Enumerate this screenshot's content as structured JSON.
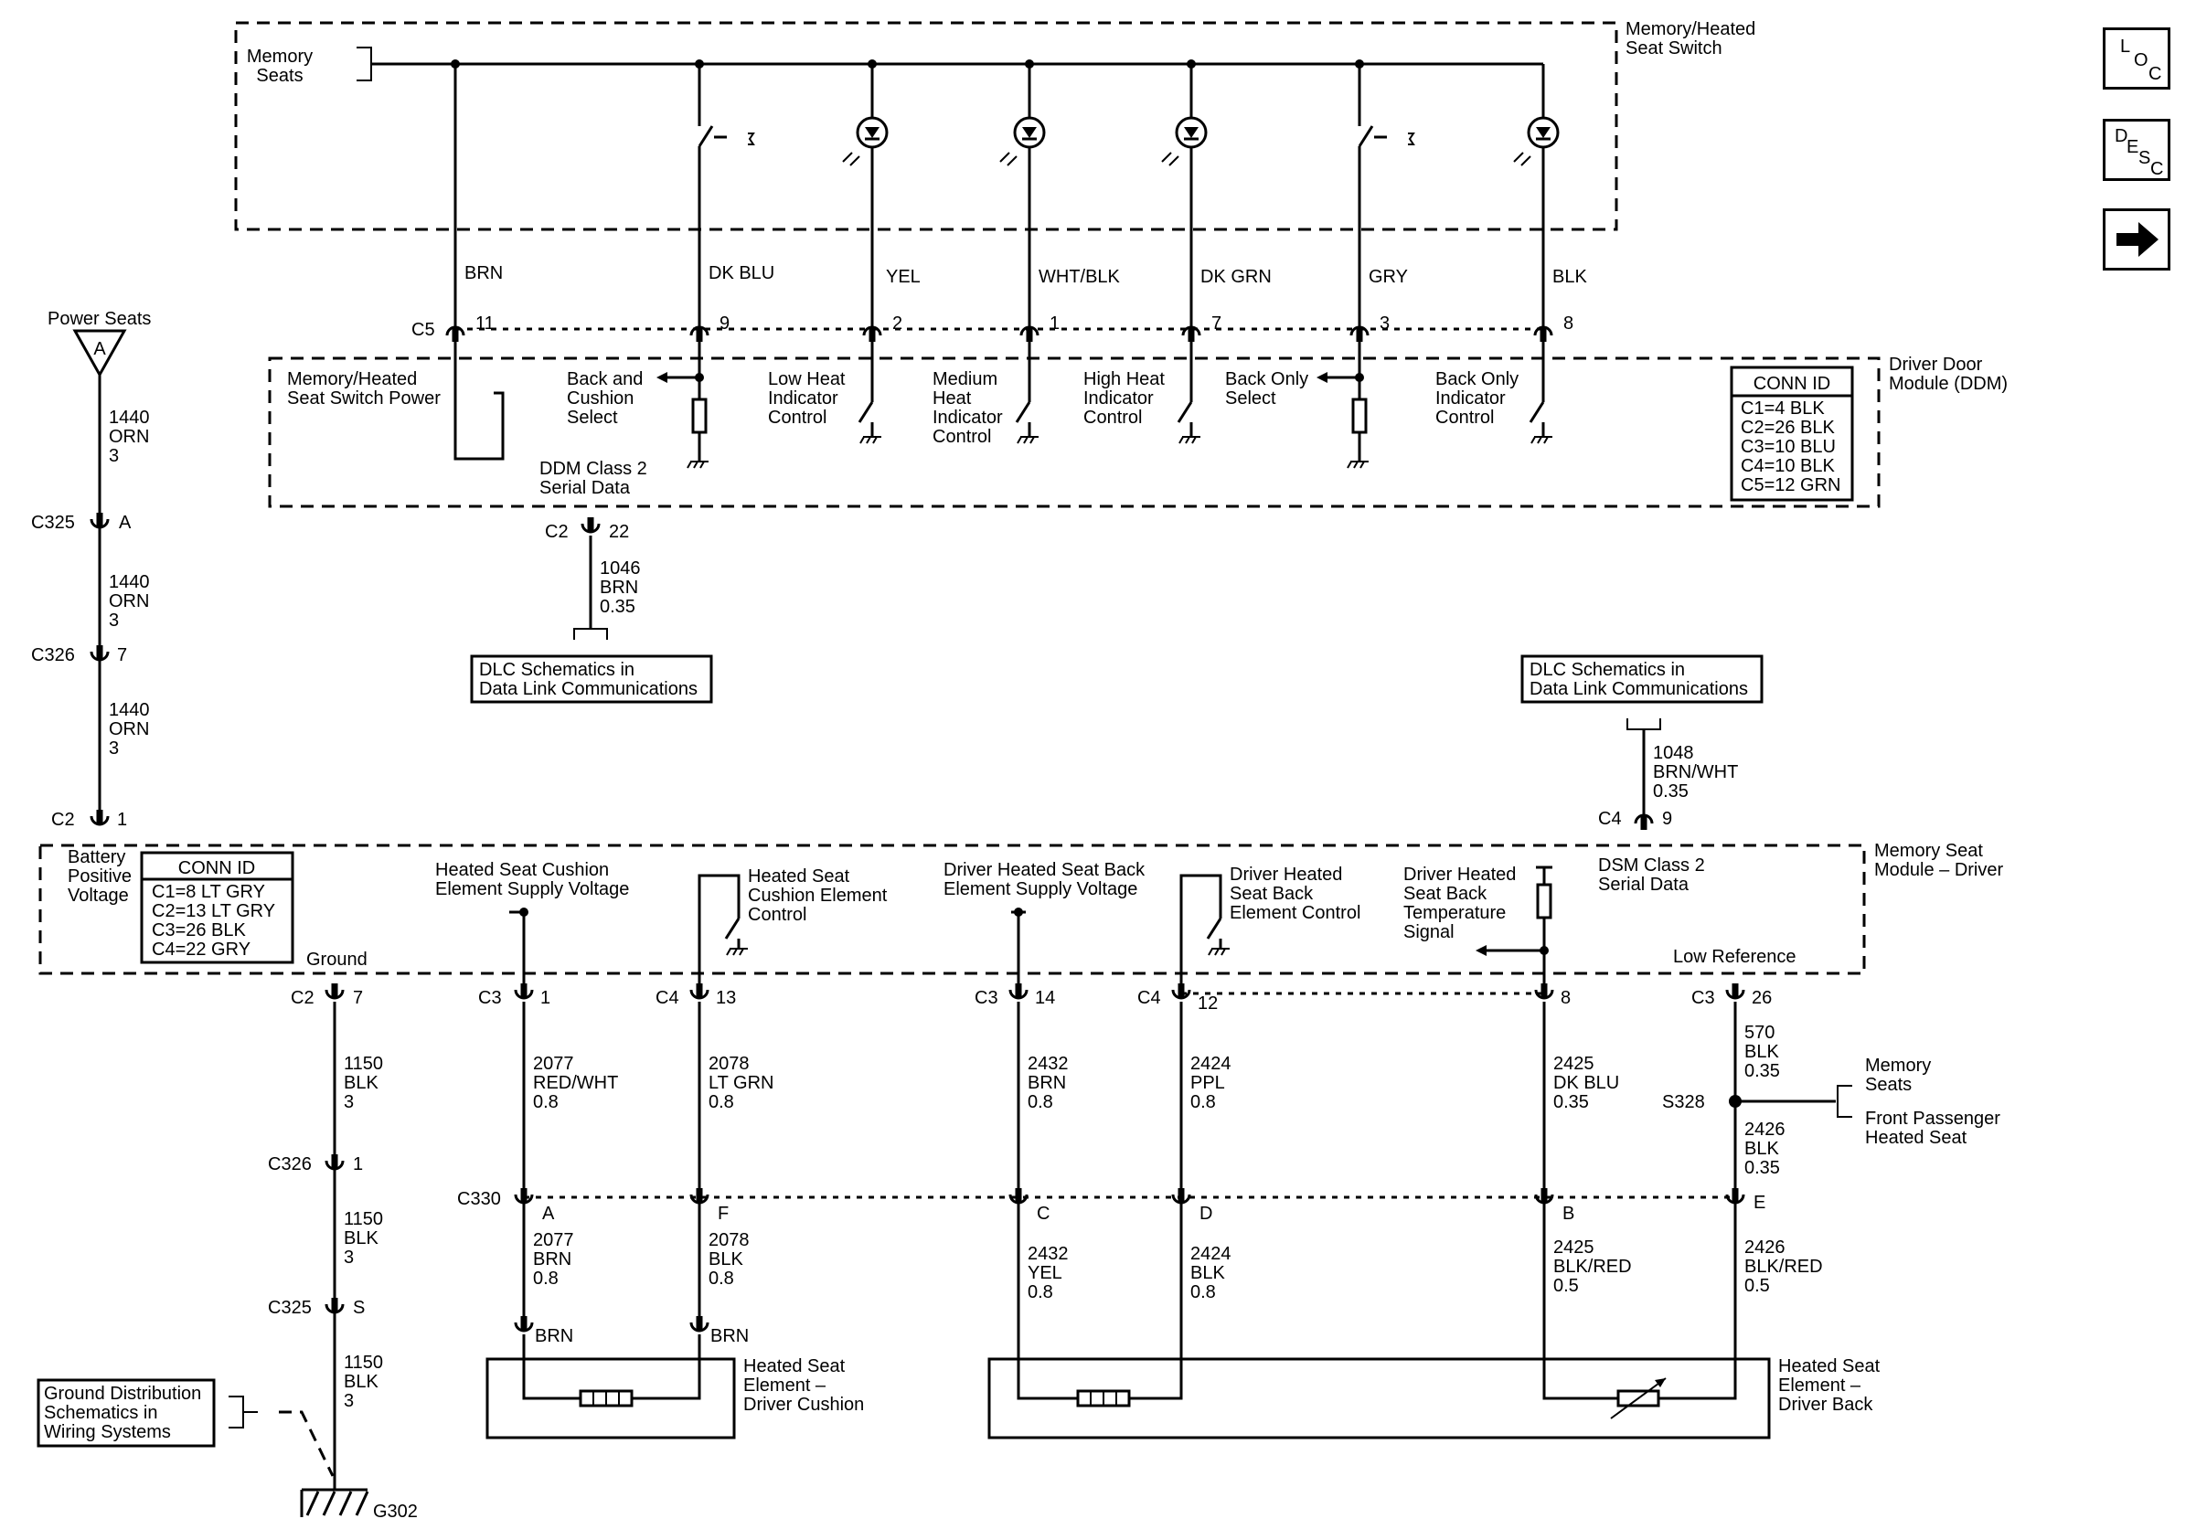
{
  "switch": {
    "label": "Memory/Heated\nSeat Switch",
    "memory_seats": "Memory\nSeats"
  },
  "ddm": {
    "label": "Driver Door\nModule (DDM)",
    "conn_title": "CONN ID",
    "conn_rows": [
      "C1=4 BLK",
      "C2=26 BLK",
      "C3=10 BLU",
      "C4=10 BLK",
      "C5=12 GRN"
    ],
    "connector": "C5",
    "functions": [
      "Memory/Heated\nSeat Switch Power",
      "Back and\nCushion\nSelect",
      "Low Heat\nIndicator\nControl",
      "Medium\nHeat\nIndicator\nControl",
      "High Heat\nIndicator\nControl",
      "Back Only\nSelect",
      "Back Only\nIndicator\nControl"
    ],
    "serial_label": "DDM Class 2\nSerial Data",
    "serial_conn": "C2",
    "serial_pin": "22"
  },
  "switch_wires": [
    {
      "color": "BRN",
      "pin": "11"
    },
    {
      "color": "DK BLU",
      "pin": "9"
    },
    {
      "color": "YEL",
      "pin": "2"
    },
    {
      "color": "WHT/BLK",
      "pin": "1"
    },
    {
      "color": "DK GRN",
      "pin": "7"
    },
    {
      "color": "GRY",
      "pin": "3"
    },
    {
      "color": "BLK",
      "pin": "8"
    }
  ],
  "power": {
    "label": "Power Seats",
    "ref": "A",
    "wire": "1440\nORN\n3",
    "c325": "C325",
    "c325_pin": "A",
    "c326": "C326",
    "c326_pin": "7",
    "c2": "C2",
    "c2_pin": "1"
  },
  "dlc1": {
    "wire": "1046\nBRN\n0.35",
    "box": "DLC Schematics in\nData Link Communications"
  },
  "dlc2": {
    "box": "DLC Schematics in\nData Link Communications",
    "wire": "1048\nBRN/WHT\n0.35",
    "conn": "C4",
    "pin": "9"
  },
  "msm": {
    "label": "Memory Seat\nModule – Driver",
    "battery": "Battery\nPositive\nVoltage",
    "conn_title": "CONN ID",
    "conn_rows": [
      "C1=8 LT GRY",
      "C2=13 LT GRY",
      "C3=26 BLK",
      "C4=22 GRY"
    ],
    "ground": "Ground",
    "cushion_supply": "Heated Seat Cushion\nElement Supply Voltage",
    "cushion_control": "Heated Seat\nCushion Element\nControl",
    "back_supply": "Driver Heated Seat Back\nElement Supply Voltage",
    "back_control": "Driver Heated\nSeat Back\nElement Control",
    "temp_signal": "Driver Heated\nSeat Back\nTemperature\nSignal",
    "dsm_serial": "DSM Class 2\nSerial Data",
    "low_ref": "Low Reference"
  },
  "ground_path": {
    "c2": "C2",
    "c2_pin": "7",
    "wire": "1150\nBLK\n3",
    "c326": "C326",
    "c326_pin": "1",
    "c325": "C325",
    "c325_pin": "S",
    "g": "G302",
    "dist_box": "Ground Distribution\nSchematics in\nWiring Systems"
  },
  "heater_wires": [
    {
      "conn": "C3",
      "pin": "1",
      "upper": "2077\nRED/WHT\n0.8",
      "c330_pin": "A",
      "lower": "2077\nBRN\n0.8",
      "end": "BRN"
    },
    {
      "conn": "C4",
      "pin": "13",
      "upper": "2078\nLT GRN\n0.8",
      "c330_pin": "F",
      "lower": "2078\nBLK\n0.8",
      "end": "BRN"
    },
    {
      "conn": "C3",
      "pin": "14",
      "upper": "2432\nBRN\n0.8",
      "c330_pin": "C",
      "lower": "2432\nYEL\n0.8"
    },
    {
      "conn": "C4",
      "pin": "12",
      "upper": "2424\nPPL\n0.8",
      "c330_pin": "D",
      "lower": "2424\nBLK\n0.8"
    },
    {
      "pin": "8",
      "upper": "2425\nDK BLU\n0.35",
      "c330_pin": "B",
      "lower": "2425\nBLK/RED\n0.5"
    },
    {
      "conn": "C3",
      "pin": "26",
      "upper": "570\nBLK\n0.35",
      "c330_pin": "E",
      "mid": "2426\nBLK\n0.35",
      "lower": "2426\nBLK/RED\n0.5"
    }
  ],
  "c330": "C330",
  "splice": {
    "id": "S328",
    "branch1": "Memory\nSeats",
    "branch2": "Front Passenger\nHeated Seat"
  },
  "elements": {
    "cushion": "Heated Seat\nElement –\nDriver Cushion",
    "back": "Heated Seat\nElement –\nDriver Back"
  },
  "nav": {
    "loc": [
      "L",
      "O",
      "C"
    ],
    "desc": [
      "D",
      "E",
      "S",
      "C"
    ]
  }
}
